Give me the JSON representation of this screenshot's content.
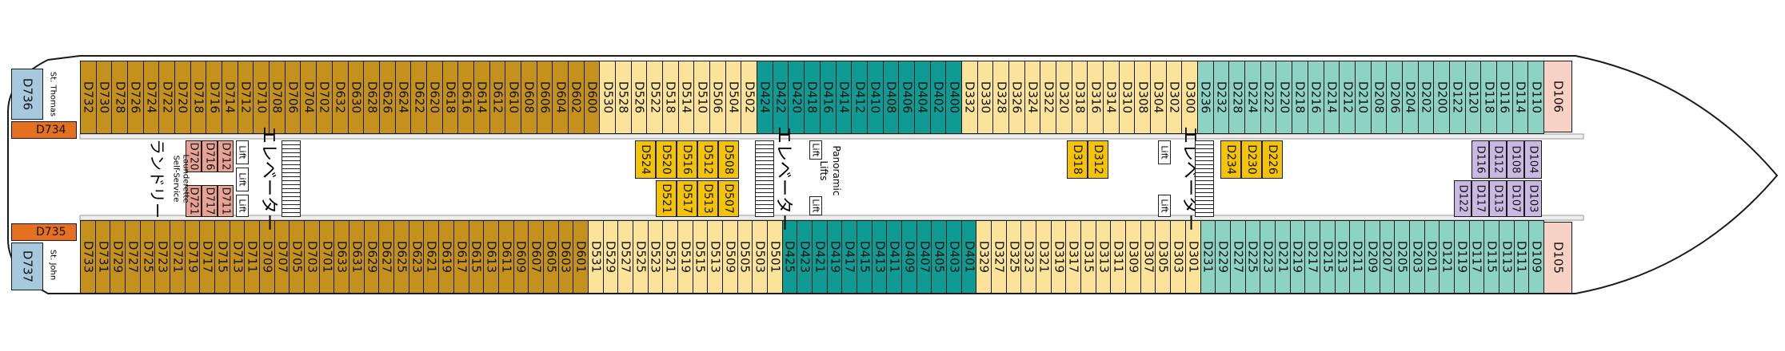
{
  "colors": {
    "gold": "#c4921c",
    "yellow": "#fbe39a",
    "teal": "#0f9b93",
    "mint": "#8dd3c3",
    "pink": "#f6d1c4",
    "amber": "#f5c400",
    "salmon": "#e8a294",
    "lavender": "#c9b9e2",
    "blue": "#a6c9dd",
    "orange": "#e5711e"
  },
  "labels": {
    "elevator": "エレベーター",
    "laundry": "ランドリー",
    "self_service": "Self-Service",
    "launderette": "Launderette",
    "panoramic": "Panoramic",
    "lifts": "Lifts",
    "lift": "Lift",
    "st_thomas": "St. Thomas",
    "st_john": "St. John"
  },
  "cabins": {
    "top_row": [
      "D732",
      "D730",
      "D728",
      "D726",
      "D724",
      "D722",
      "D720",
      "D718",
      "D716",
      "D714",
      "D712",
      "D710",
      "D708",
      "D706",
      "D704",
      "D702",
      "D632",
      "D630",
      "D628",
      "D626",
      "D624",
      "D622",
      "D620",
      "D618",
      "D616",
      "D614",
      "D612",
      "D610",
      "D608",
      "D606",
      "D604",
      "D602",
      "D600",
      "D530",
      "D528",
      "D526",
      "D522",
      "D518",
      "D514",
      "D510",
      "D506",
      "D504",
      "D502",
      "D424",
      "D422",
      "D420",
      "D418",
      "D416",
      "D414",
      "D412",
      "D410",
      "D408",
      "D406",
      "D404",
      "D402",
      "D400",
      "D332",
      "D330",
      "D328",
      "D326",
      "D324",
      "D322",
      "D320",
      "D318",
      "D316",
      "D314",
      "D310",
      "D308",
      "D304",
      "D302",
      "D300",
      "D236",
      "D232",
      "D228",
      "D224",
      "D222",
      "D220",
      "D218",
      "D216",
      "D214",
      "D212",
      "D210",
      "D208",
      "D206",
      "D204",
      "D202",
      "D200",
      "D122",
      "D120",
      "D118",
      "D116",
      "D114",
      "D110"
    ],
    "bottom_row": [
      "D733",
      "D731",
      "D729",
      "D727",
      "D725",
      "D723",
      "D721",
      "D719",
      "D717",
      "D715",
      "D713",
      "D711",
      "D709",
      "D707",
      "D705",
      "D703",
      "D701",
      "D633",
      "D631",
      "D629",
      "D627",
      "D625",
      "D623",
      "D621",
      "D619",
      "D617",
      "D615",
      "D613",
      "D611",
      "D609",
      "D607",
      "D605",
      "D603",
      "D601",
      "D531",
      "D529",
      "D527",
      "D525",
      "D523",
      "D521",
      "D519",
      "D515",
      "D513",
      "D509",
      "D505",
      "D503",
      "D501",
      "D425",
      "D423",
      "D421",
      "D419",
      "D417",
      "D415",
      "D413",
      "D411",
      "D409",
      "D407",
      "D405",
      "D403",
      "D401",
      "D329",
      "D327",
      "D325",
      "D323",
      "D321",
      "D319",
      "D317",
      "D315",
      "D313",
      "D311",
      "D309",
      "D307",
      "D305",
      "D303",
      "D301",
      "D231",
      "D229",
      "D227",
      "D225",
      "D223",
      "D221",
      "D219",
      "D217",
      "D215",
      "D213",
      "D211",
      "D209",
      "D207",
      "D205",
      "D203",
      "D201",
      "D121",
      "D119",
      "D117",
      "D115",
      "D113",
      "D111",
      "D109"
    ],
    "laundry_block": [
      "D720",
      "D716",
      "D712",
      "D721",
      "D717",
      "D711"
    ],
    "mid_500": [
      "D524",
      "D520",
      "D516",
      "D512",
      "D508",
      "D521",
      "D517",
      "D513",
      "D507"
    ],
    "mid_300": [
      "D312",
      "D318"
    ],
    "mid_200": [
      "D234",
      "D230",
      "D226"
    ],
    "forward_block": [
      "D116",
      "D112",
      "D108",
      "D104",
      "D117",
      "D113",
      "D107",
      "D103",
      "D122"
    ],
    "bow": [
      "D106",
      "D105"
    ],
    "aft_side": [
      "D736",
      "D734",
      "D735",
      "D737"
    ]
  }
}
